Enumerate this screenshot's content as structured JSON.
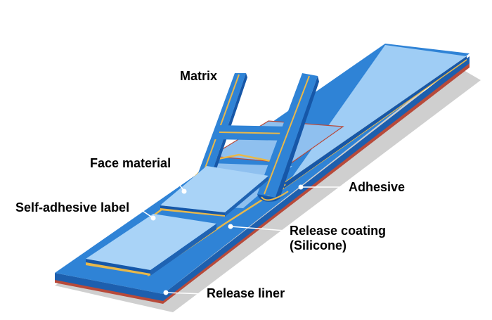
{
  "labels": {
    "matrix": "Matrix",
    "face_material": "Face material",
    "self_adhesive_label": "Self-adhesive label",
    "adhesive": "Adhesive",
    "release_coating_line1": "Release coating",
    "release_coating_line2": "(Silicone)",
    "release_liner": "Release liner"
  },
  "colors": {
    "surface_light": "#9fcdf5",
    "surface_mid": "#7fb4e6",
    "base_blue": "#2e7fd1",
    "dark_blue": "#1f63b3",
    "edge_blue": "#1657a8",
    "adhesive_yellow": "#e8b84a",
    "liner_red": "#b84a3a",
    "shadow_gray": "#c9c9c9",
    "callout_line": "#ffffff",
    "text": "#000000"
  }
}
